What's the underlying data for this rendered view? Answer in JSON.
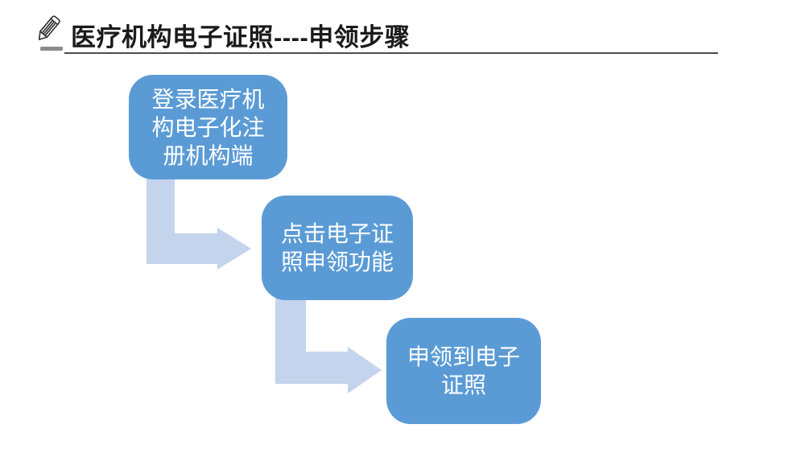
{
  "slide": {
    "title": "医疗机构电子证照----申领步骤"
  },
  "flowchart": {
    "steps": [
      {
        "label": "登录医疗机构电子化注册机构端",
        "lines": [
          "登录医疗机",
          "构电子化注",
          "册机构端"
        ]
      },
      {
        "label": "点击电子证照申领功能",
        "lines": [
          "点击电子证",
          "照申领功能"
        ]
      },
      {
        "label": "申领到电子证照",
        "lines": [
          "申领到电子",
          "证照"
        ]
      }
    ]
  },
  "colors": {
    "box-fill": "#5b9bd5",
    "box-text": "#ffffff",
    "arrow-fill": "#c4d4ec",
    "title-color": "#1a1a1a",
    "underline-color": "#4d4d4d",
    "pencil-stroke": "#2e2e2e",
    "dash-fill": "#8c8c8c"
  }
}
